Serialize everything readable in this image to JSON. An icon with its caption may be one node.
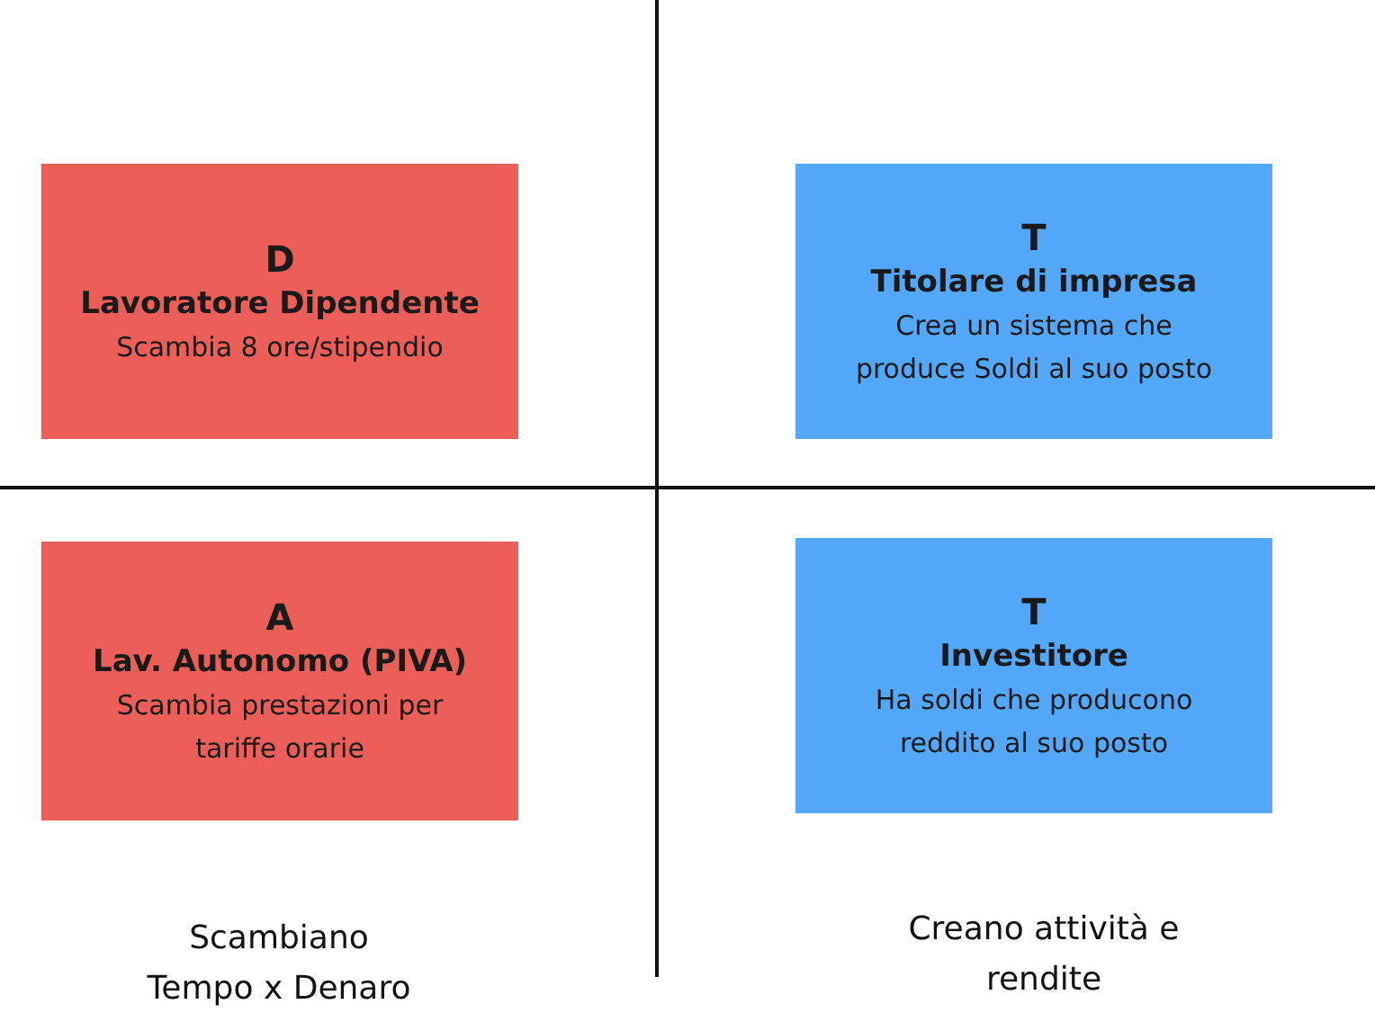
{
  "diagram": {
    "nodes": [
      {
        "text": [
          "D",
          "Lavoratore Dipendente",
          "Scambia 8 ore/stipendio"
        ]
      },
      {
        "text": [
          "T",
          "Titolare di impresa",
          "Crea un sistema che produce Soldi al suo posto"
        ]
      },
      {
        "text": [
          "A",
          "Lav. Autonomo (PIVA)",
          "Scambia prestazioni per tariffe orarie"
        ]
      },
      {
        "text": [
          "T",
          "Investitore",
          "Ha soldi che producono reddito al suo posto"
        ]
      }
    ],
    "labels": [
      "Scambiano Tempo x Denaro",
      "Creano attività e rendite"
    ]
  }
}
